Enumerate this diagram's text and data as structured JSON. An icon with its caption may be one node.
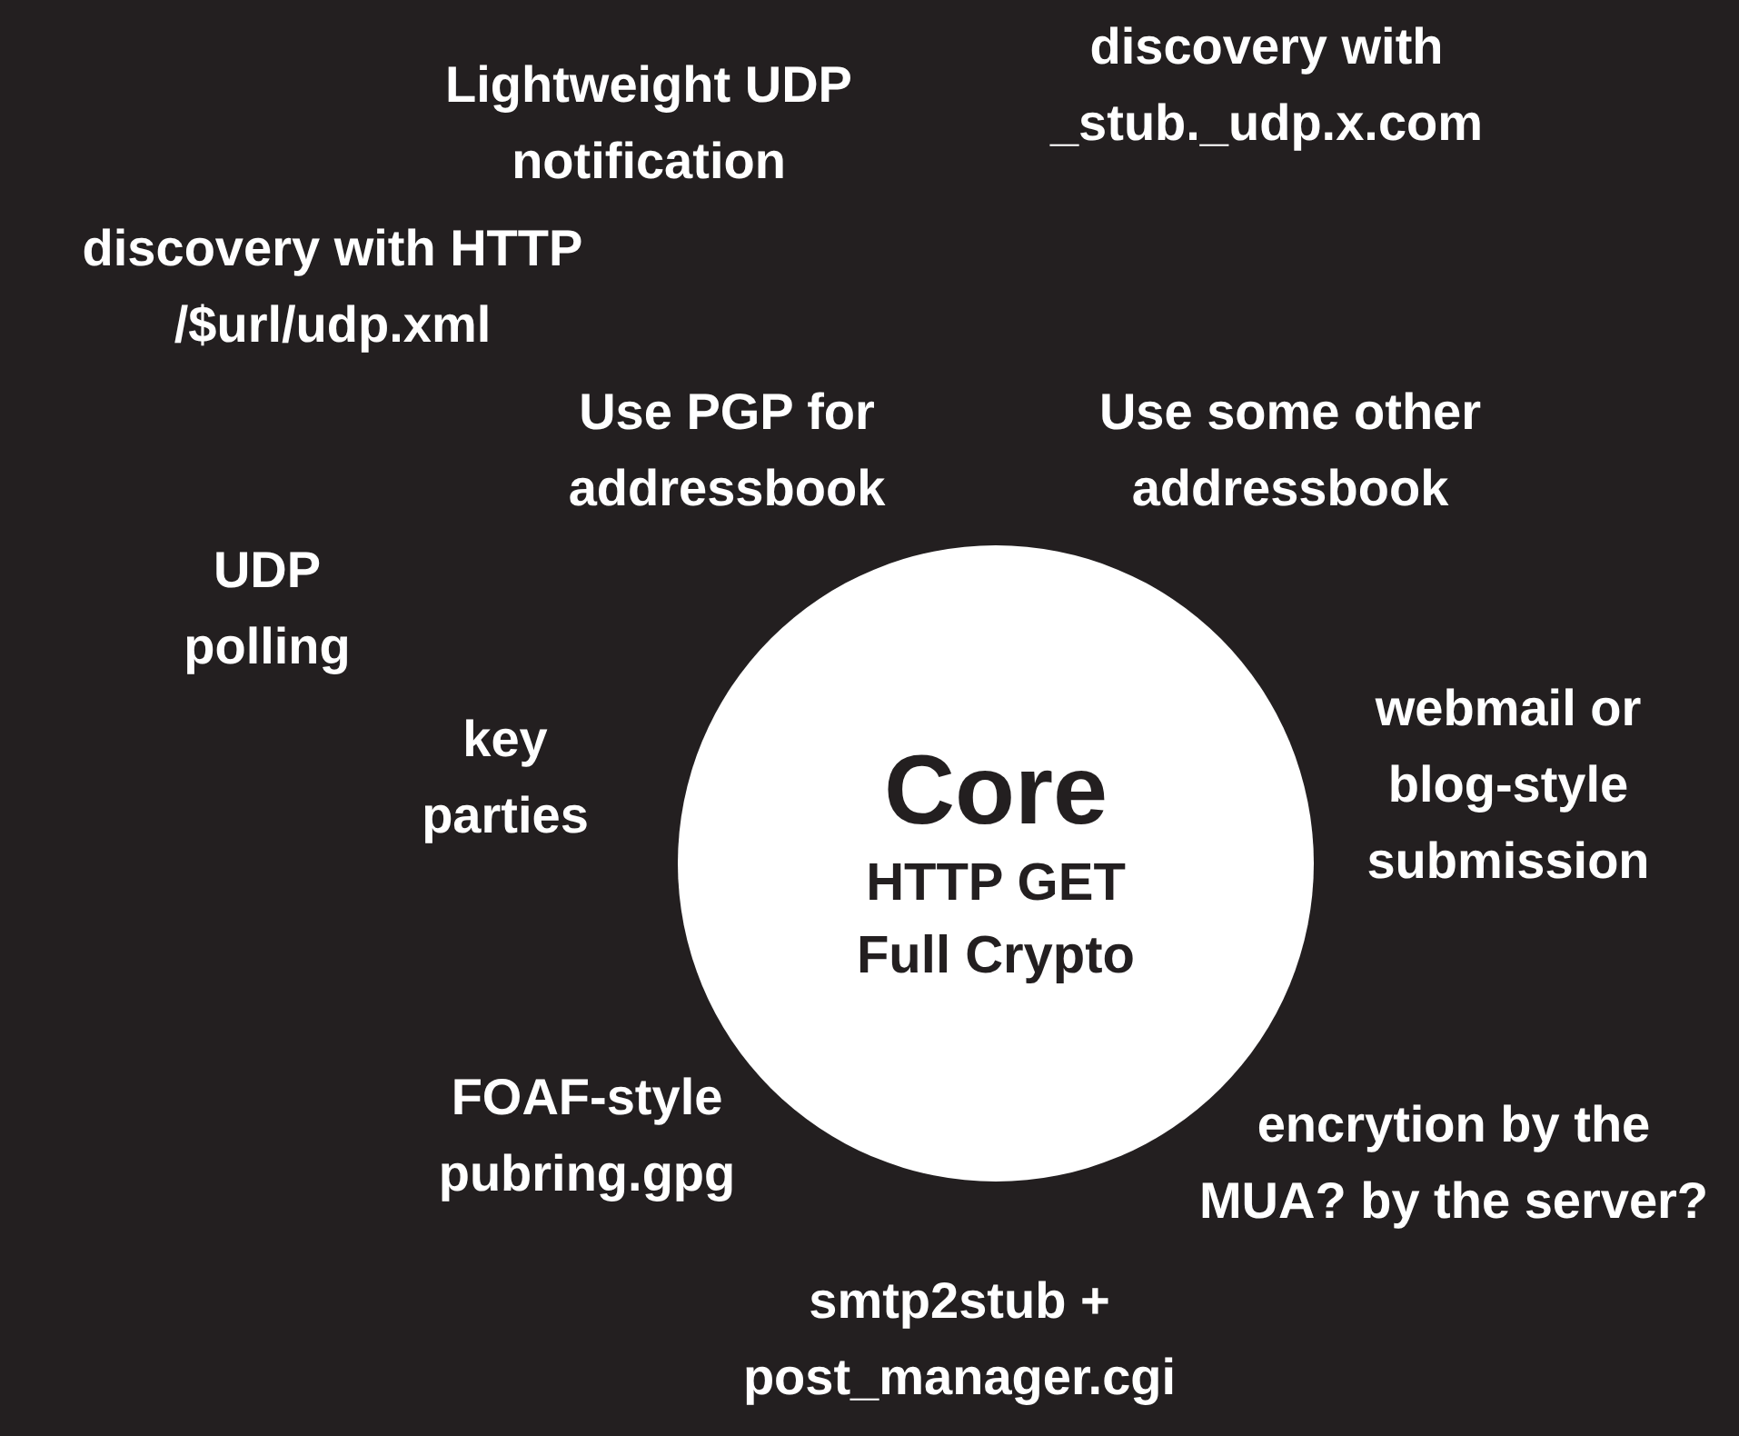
{
  "diagram": {
    "nodes": [
      {
        "text": [
          "Core",
          "HTTP GET",
          "Full Crypto"
        ]
      }
    ],
    "labels": [
      "discovery with _stub._udp.x.com",
      "Lightweight UDP notification",
      "discovery with HTTP /$url/udp.xml",
      "Use PGP for addressbook",
      "Use some other addressbook",
      "UDP polling",
      "key parties",
      "webmail or blog-style submission",
      "FOAF-style pubring.gpg",
      "encrytion by the MUA? by the server?",
      "smtp2stub + post_manager.cgi"
    ]
  }
}
